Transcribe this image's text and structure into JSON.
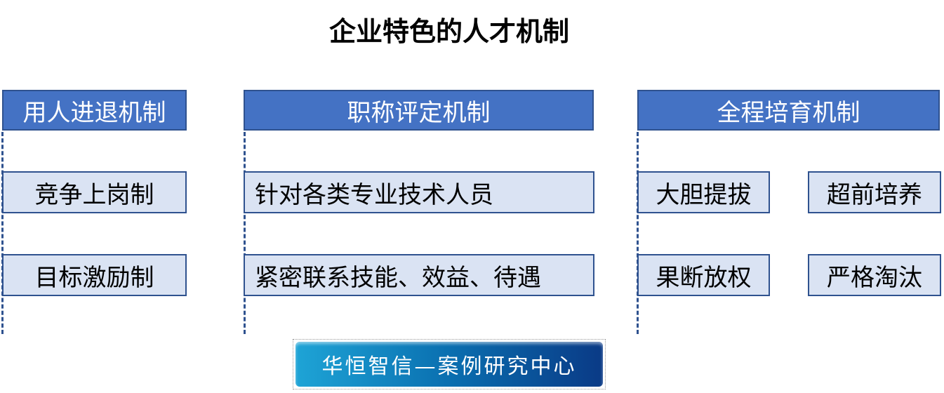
{
  "title": "企业特色的人才机制",
  "columns": [
    {
      "header": "用人进退机制",
      "items": [
        "竞争上岗制",
        "目标激励制"
      ]
    },
    {
      "header": "职称评定机制",
      "items": [
        "针对各类专业技术人员",
        "紧密联系技能、效益、待遇"
      ]
    },
    {
      "header": "全程培育机制",
      "items": [
        "大胆提拔",
        "超前培养",
        "果断放权",
        "严格淘汰"
      ]
    }
  ],
  "footer": "华恒智信—案例研究中心",
  "colors": {
    "header": "#4472c4",
    "item": "#dae3f3",
    "border": "#2f528f"
  }
}
